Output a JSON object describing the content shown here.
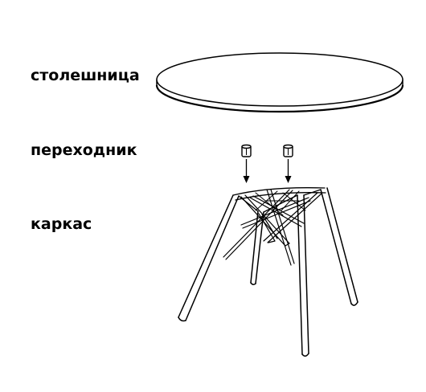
{
  "labels": {
    "tabletop": "столешница",
    "adapter": "переходник",
    "frame": "каркас"
  },
  "colors": {
    "stroke": "#000000",
    "background": "#ffffff"
  }
}
